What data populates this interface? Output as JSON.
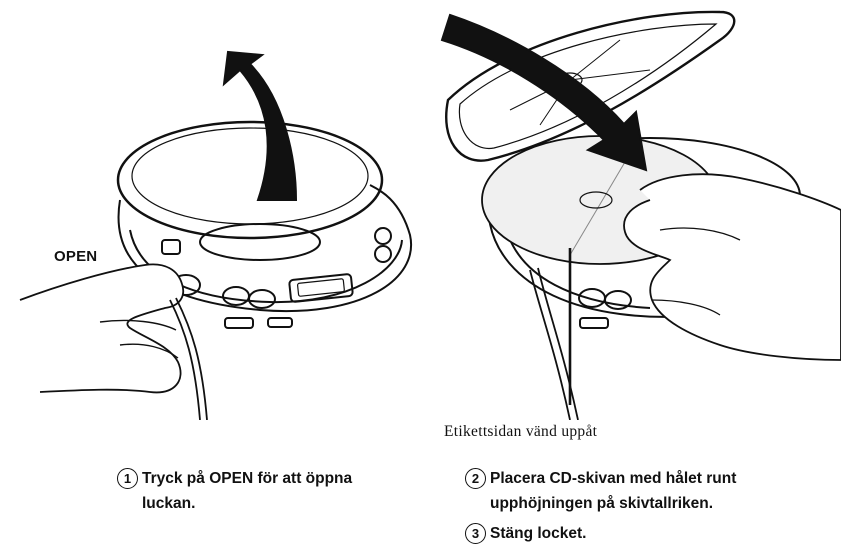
{
  "labels": {
    "open": "OPEN",
    "label_side": "Etikettsidan vänd uppåt"
  },
  "steps": [
    {
      "number": "1",
      "text": "Tryck på OPEN för att öppna luckan."
    },
    {
      "number": "2",
      "text": "Placera CD-skivan med hålet runt upphöjningen på skivtallriken."
    },
    {
      "number": "3",
      "text": "Stäng locket."
    }
  ]
}
